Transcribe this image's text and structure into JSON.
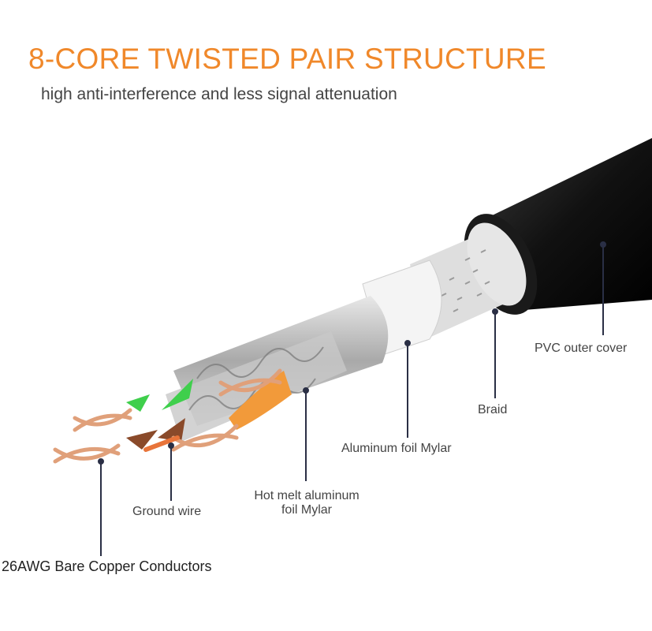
{
  "header": {
    "title": "8-CORE TWISTED PAIR STRUCTURE",
    "subtitle": "high anti-interference and less signal attenuation"
  },
  "callouts": [
    {
      "id": "pvc",
      "text": "PVC outer cover"
    },
    {
      "id": "braid",
      "text": "Braid"
    },
    {
      "id": "foil",
      "text": "Aluminum foil Mylar"
    },
    {
      "id": "hotmelt",
      "line1": "Hot melt aluminum",
      "line2": "foil Mylar"
    },
    {
      "id": "ground",
      "text": "Ground wire"
    },
    {
      "id": "copper",
      "text": "26AWG Bare Copper Conductors"
    }
  ],
  "colors": {
    "title": "#f0882a",
    "jacket": "#111111",
    "braid": "#dcdcdc",
    "foil": "#f2f2f2",
    "pair_foil": "#b8b8b8",
    "copper": "#e0a07a",
    "green": "#3fcf4c",
    "orange": "#f29a3a",
    "brown": "#8a4a2a",
    "leader": "#2a2f45"
  }
}
